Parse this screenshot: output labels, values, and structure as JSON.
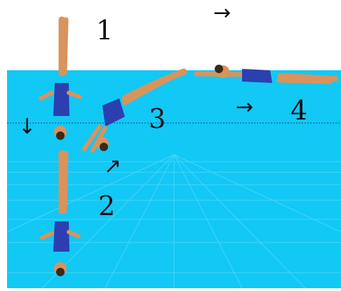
{
  "stage_labels": [
    "1",
    "2",
    "3",
    "4"
  ],
  "arrows": [
    {
      "name": "arrow-above-water",
      "glyph": "→"
    },
    {
      "name": "arrow-down",
      "glyph": "↓"
    },
    {
      "name": "arrow-up-right",
      "glyph": "↗"
    },
    {
      "name": "arrow-right-water",
      "glyph": "→"
    }
  ],
  "colors": {
    "water": "#12c8f5",
    "water_grid": "#7adcf5",
    "surface_line": "#0a4a7a",
    "skin": "#d9935c",
    "suit": "#2b3fb0",
    "hair": "#3a2a1a"
  }
}
